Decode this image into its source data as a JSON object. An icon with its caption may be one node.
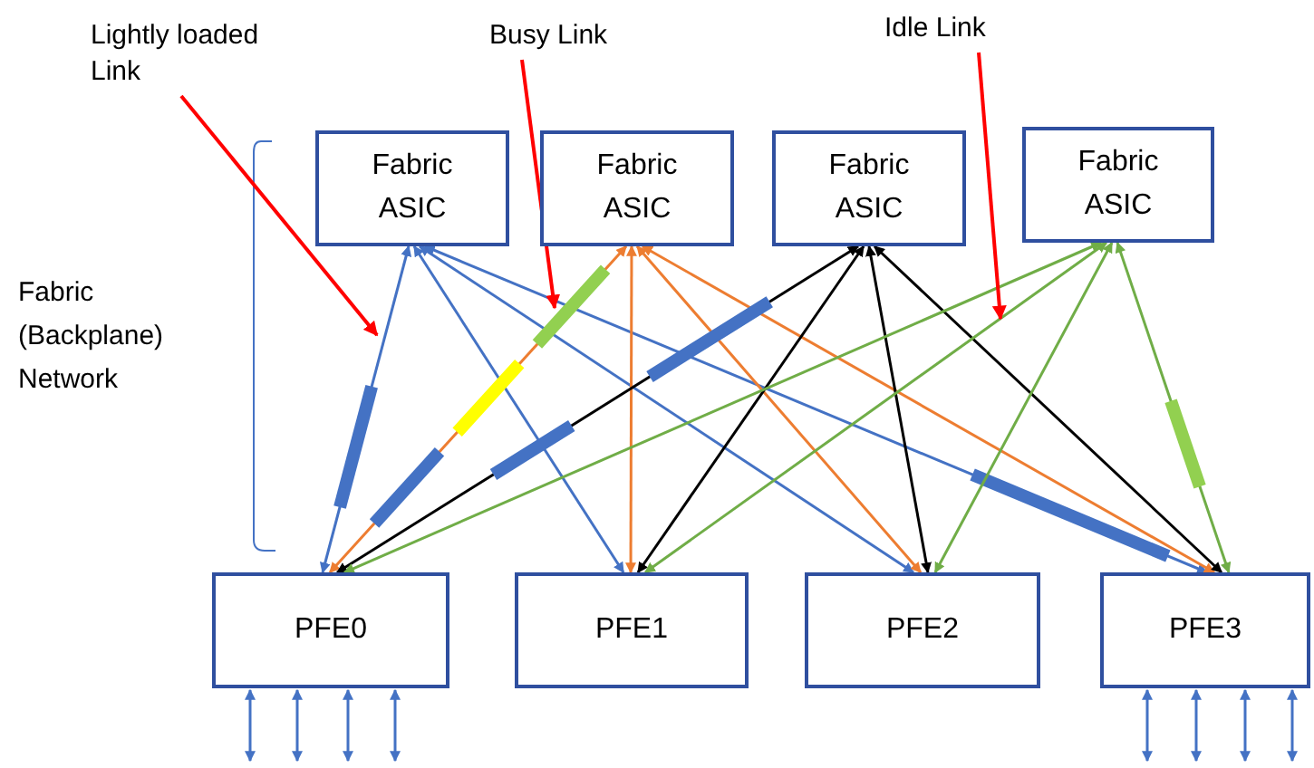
{
  "diagram": {
    "nodes": [
      {
        "text": [
          "Fabric ASIC"
        ]
      },
      {
        "text": [
          "Fabric ASIC"
        ]
      },
      {
        "text": [
          "Fabric ASIC"
        ]
      },
      {
        "text": [
          "Fabric ASIC"
        ]
      },
      {
        "text": [
          "PFE0"
        ]
      },
      {
        "text": [
          "PFE1"
        ]
      },
      {
        "text": [
          "PFE2"
        ]
      },
      {
        "text": [
          "PFE3"
        ]
      },
      {
        "text": [
          "Lightly loaded Link"
        ]
      },
      {
        "text": [
          "Busy Link"
        ]
      },
      {
        "text": [
          "Idle Link"
        ]
      }
    ],
    "edges": [
      {
        "from": 0,
        "to": 4,
        "arrow": "both",
        "color": "#4472c4"
      },
      {
        "from": 0,
        "to": 5,
        "arrow": "both",
        "color": "#4472c4"
      },
      {
        "from": 0,
        "to": 6,
        "arrow": "both",
        "color": "#4472c4"
      },
      {
        "from": 0,
        "to": 7,
        "arrow": "both",
        "color": "#4472c4"
      },
      {
        "from": 1,
        "to": 4,
        "arrow": "both",
        "color": "#ed7d31"
      },
      {
        "from": 1,
        "to": 5,
        "arrow": "both",
        "color": "#ed7d31"
      },
      {
        "from": 1,
        "to": 6,
        "arrow": "both",
        "color": "#ed7d31"
      },
      {
        "from": 1,
        "to": 7,
        "arrow": "both",
        "color": "#ed7d31"
      },
      {
        "from": 2,
        "to": 4,
        "arrow": "both",
        "color": "#000000"
      },
      {
        "from": 2,
        "to": 5,
        "arrow": "both",
        "color": "#000000"
      },
      {
        "from": 2,
        "to": 6,
        "arrow": "both",
        "color": "#000000"
      },
      {
        "from": 2,
        "to": 7,
        "arrow": "both",
        "color": "#000000"
      },
      {
        "from": 3,
        "to": 4,
        "arrow": "both",
        "color": "#70ad47"
      },
      {
        "from": 3,
        "to": 5,
        "arrow": "both",
        "color": "#70ad47"
      },
      {
        "from": 3,
        "to": 6,
        "arrow": "both",
        "color": "#70ad47"
      },
      {
        "from": 3,
        "to": 7,
        "arrow": "both",
        "color": "#70ad47"
      },
      {
        "from": 8,
        "to": null,
        "arrow": "to",
        "color": "#ff0000"
      },
      {
        "from": 9,
        "to": null,
        "arrow": "to",
        "color": "#ff0000"
      },
      {
        "from": 10,
        "to": null,
        "arrow": "to",
        "color": "#ff0000"
      },
      {
        "from": 4,
        "to": null,
        "arrow": "both",
        "color": "#4472c4"
      },
      {
        "from": 4,
        "to": null,
        "arrow": "both",
        "color": "#4472c4"
      },
      {
        "from": 4,
        "to": null,
        "arrow": "both",
        "color": "#4472c4"
      },
      {
        "from": 4,
        "to": null,
        "arrow": "both",
        "color": "#4472c4"
      },
      {
        "from": 7,
        "to": null,
        "arrow": "both",
        "color": "#4472c4"
      },
      {
        "from": 7,
        "to": null,
        "arrow": "both",
        "color": "#4472c4"
      },
      {
        "from": 7,
        "to": null,
        "arrow": "both",
        "color": "#4472c4"
      },
      {
        "from": 7,
        "to": null,
        "arrow": "both",
        "color": "#4472c4"
      }
    ],
    "labels": [
      "Fabric (Backplane) Network"
    ]
  }
}
